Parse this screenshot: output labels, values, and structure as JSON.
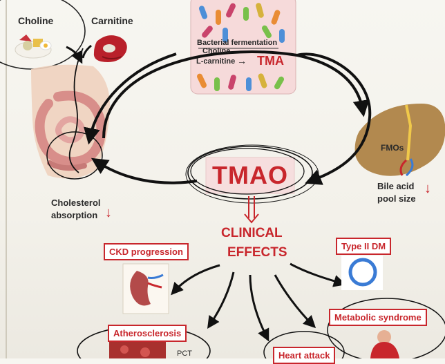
{
  "nutrients": {
    "choline": "Choline",
    "carnitine": "Carnitine"
  },
  "bacterial": {
    "title": "Bacterial fermentation",
    "choline": "Choline",
    "carnitine": "L-carnitine",
    "arrow": "→",
    "product": "TMA"
  },
  "liver": {
    "enzyme": "FMOs"
  },
  "center": {
    "tmao": "TMAO"
  },
  "effects": {
    "bile_line1": "Bile acid",
    "bile_line2": "pool size",
    "chol_line1": "Cholesterol",
    "chol_line2": "absorption",
    "down_arrow": "↓",
    "clinical_line1": "CLINICAL",
    "clinical_line2": "EFFECTS"
  },
  "outcomes": {
    "ckd": "CKD progression",
    "t2dm": "Type II DM",
    "athero": "Atherosclerosis",
    "metabolic": "Metabolic syndrome",
    "heart": "Heart attack",
    "partial": "PCT"
  },
  "colors": {
    "accent_red": "#c8262c",
    "tmao_box_fill": "#f6dede",
    "liver_brown": "#b2894f",
    "ring_blue": "#3a7bd5",
    "ink": "#111111"
  },
  "icons": {
    "choline_food": "food-plate-icon",
    "carnitine_food": "meat-steak-icon",
    "gut": "intestine-icon",
    "liver": "liver-icon",
    "kidney": "kidney-icon",
    "diabetes": "ring-icon",
    "person": "person-icon",
    "artery": "artery-icon"
  }
}
